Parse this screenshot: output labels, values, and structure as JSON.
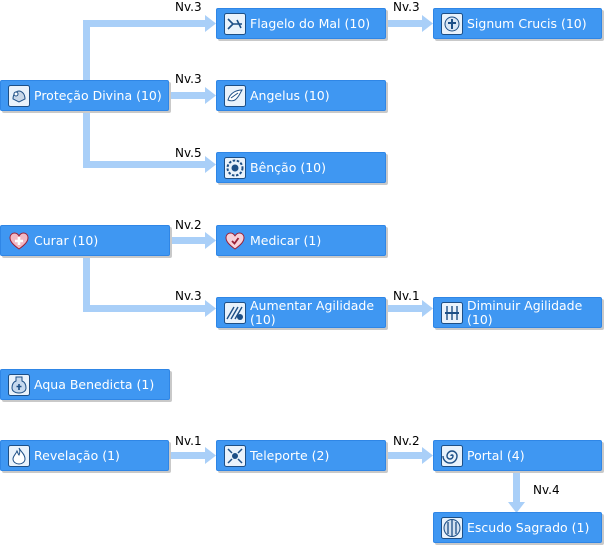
{
  "skills": {
    "protecao_divina": {
      "label": "Proteção Divina (10)",
      "icon": "holy-shield-icon"
    },
    "flagelo_do_mal": {
      "label": "Flagelo do Mal (10)",
      "icon": "demon-bane-icon"
    },
    "signum_crucis": {
      "label": "Signum Crucis (10)",
      "icon": "cross-emblem-icon"
    },
    "angelus": {
      "label": "Angelus (10)",
      "icon": "wing-icon"
    },
    "bencao": {
      "label": "Bênção (10)",
      "icon": "blessing-ring-icon"
    },
    "curar": {
      "label": "Curar (10)",
      "icon": "heart-cross-icon"
    },
    "medicar": {
      "label": "Medicar (1)",
      "icon": "heart-cure-icon"
    },
    "aumentar_agilidade": {
      "label": "Aumentar Agilidade (10)",
      "icon": "speed-up-icon"
    },
    "diminuir_agilidade": {
      "label": "Diminuir Agilidade (10)",
      "icon": "speed-down-icon"
    },
    "aqua_benedicta": {
      "label": "Aqua Benedicta (1)",
      "icon": "holy-water-icon"
    },
    "revelacao": {
      "label": "Revelação (1)",
      "icon": "ruwach-flame-icon"
    },
    "teleporte": {
      "label": "Teleporte (2)",
      "icon": "teleport-icon"
    },
    "portal": {
      "label": "Portal (4)",
      "icon": "warp-portal-icon"
    },
    "escudo_sagrado": {
      "label": "Escudo Sagrado (1)",
      "icon": "pneuma-shield-icon"
    }
  },
  "requirements": {
    "flagelo_do_mal": "Nv.3",
    "signum_crucis": "Nv.3",
    "angelus": "Nv.3",
    "bencao": "Nv.5",
    "medicar": "Nv.2",
    "aumentar_agilidade": "Nv.3",
    "diminuir_agilidade": "Nv.1",
    "teleporte": "Nv.1",
    "portal": "Nv.2",
    "escudo_sagrado": "Nv.4"
  },
  "colors": {
    "node_fill": "#3f97f2",
    "node_border": "#2f86e6",
    "connector": "#a9cff8",
    "text": "#ffffff",
    "level_text": "#000000"
  }
}
